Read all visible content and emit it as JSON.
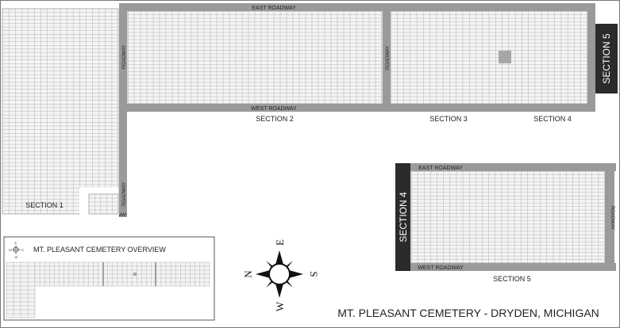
{
  "map": {
    "title": "MT. PLEASANT CEMETERY - DRYDEN, MICHIGAN",
    "roads": {
      "east_roadway_top": "EAST ROADWAY",
      "west_roadway_top": "WEST ROADWAY",
      "roadway_left": "ROADWAY",
      "roadway_mid": "ROADWAY",
      "roadway_sec1": "ROADWAY",
      "east_roadway_bottom": "EAST ROADWAY",
      "west_roadway_bottom": "WEST ROADWAY",
      "roadway_right": "ROADWAY"
    },
    "sections": {
      "s1": "SECTION 1",
      "s2": "SECTION 2",
      "s3": "SECTION 3",
      "s4": "SECTION 4",
      "s5": "SECTION 5",
      "band_top": "SECTION 5",
      "band_bottom": "SECTION 4",
      "bottom_caption": "SECTION 5"
    },
    "compass": {
      "n": "N",
      "e": "E",
      "s": "S",
      "w": "W"
    },
    "overview": {
      "title": "MT. PLEASANT CEMETERY OVERVIEW",
      "compass": {
        "n": "N",
        "e": "E",
        "s": "S",
        "w": "W"
      }
    },
    "colors": {
      "road": "#9a9a9a",
      "plot_fill": "#f4f4f4",
      "plot_line": "#9c9c9c",
      "band": "#2b2b2b",
      "highlight": "#a6a6a6",
      "text": "#222222"
    }
  }
}
